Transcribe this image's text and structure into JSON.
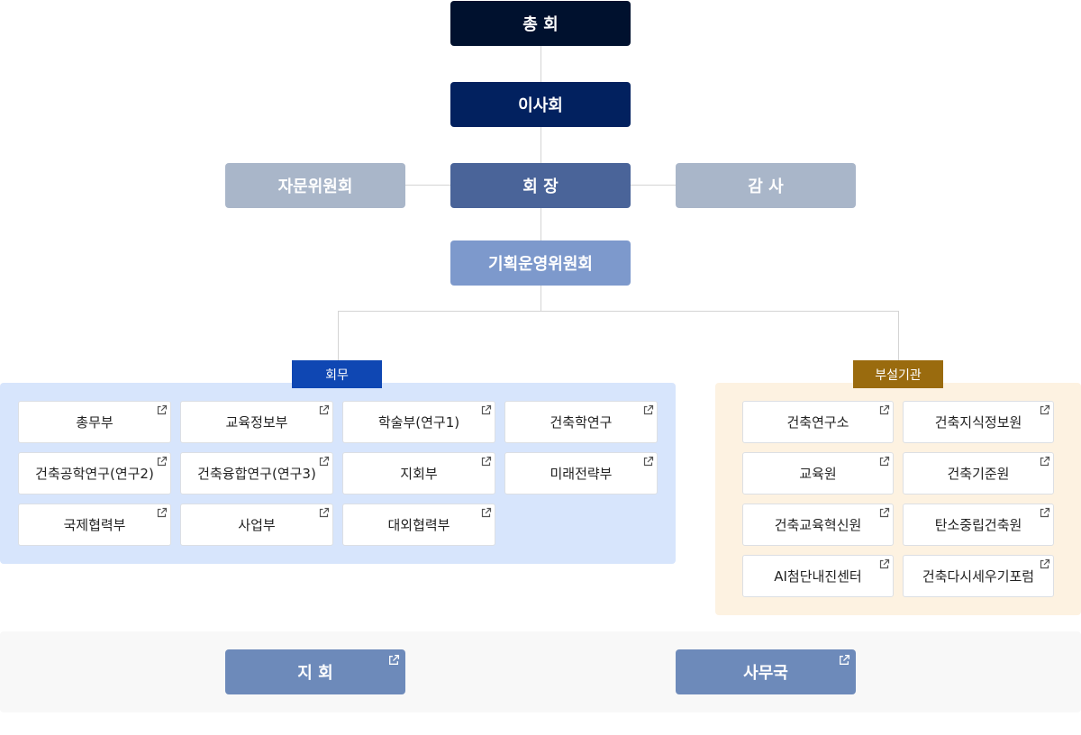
{
  "top": {
    "general_assembly": "총  회",
    "board": "이사회",
    "advisory_committee": "자문위원회",
    "president": "회  장",
    "auditor": "감  사",
    "planning_committee": "기획운영위원회"
  },
  "member_affairs": {
    "title": "회무",
    "items": [
      "총무부",
      "교육정보부",
      "학술부(연구1)",
      "건축학연구",
      "건축공학연구(연구2)",
      "건축융합연구(연구3)",
      "지회부",
      "미래전략부",
      "국제협력부",
      "사업부",
      "대외협력부"
    ]
  },
  "affiliated": {
    "title": "부설기관",
    "items": [
      "건축연구소",
      "건축지식정보원",
      "교육원",
      "건축기준원",
      "건축교육혁신원",
      "탄소중립건축원",
      "AI첨단내진센터",
      "건축다시세우기포럼"
    ]
  },
  "bottom": {
    "branch": "지  회",
    "secretariat": "사무국"
  },
  "icons": {
    "external_link": "external-link-icon"
  },
  "colors": {
    "general_assembly": "#00112e",
    "board": "#02215f",
    "president": "#4a6499",
    "side_committees": "#a9b6c9",
    "planning": "#7d99cc",
    "member_tag": "#0f47b3",
    "member_panel": "#d7e5fc",
    "affiliated_tag": "#9a6b0e",
    "affiliated_panel": "#fdf2e1",
    "bottom_buttons": "#6d8aba"
  }
}
